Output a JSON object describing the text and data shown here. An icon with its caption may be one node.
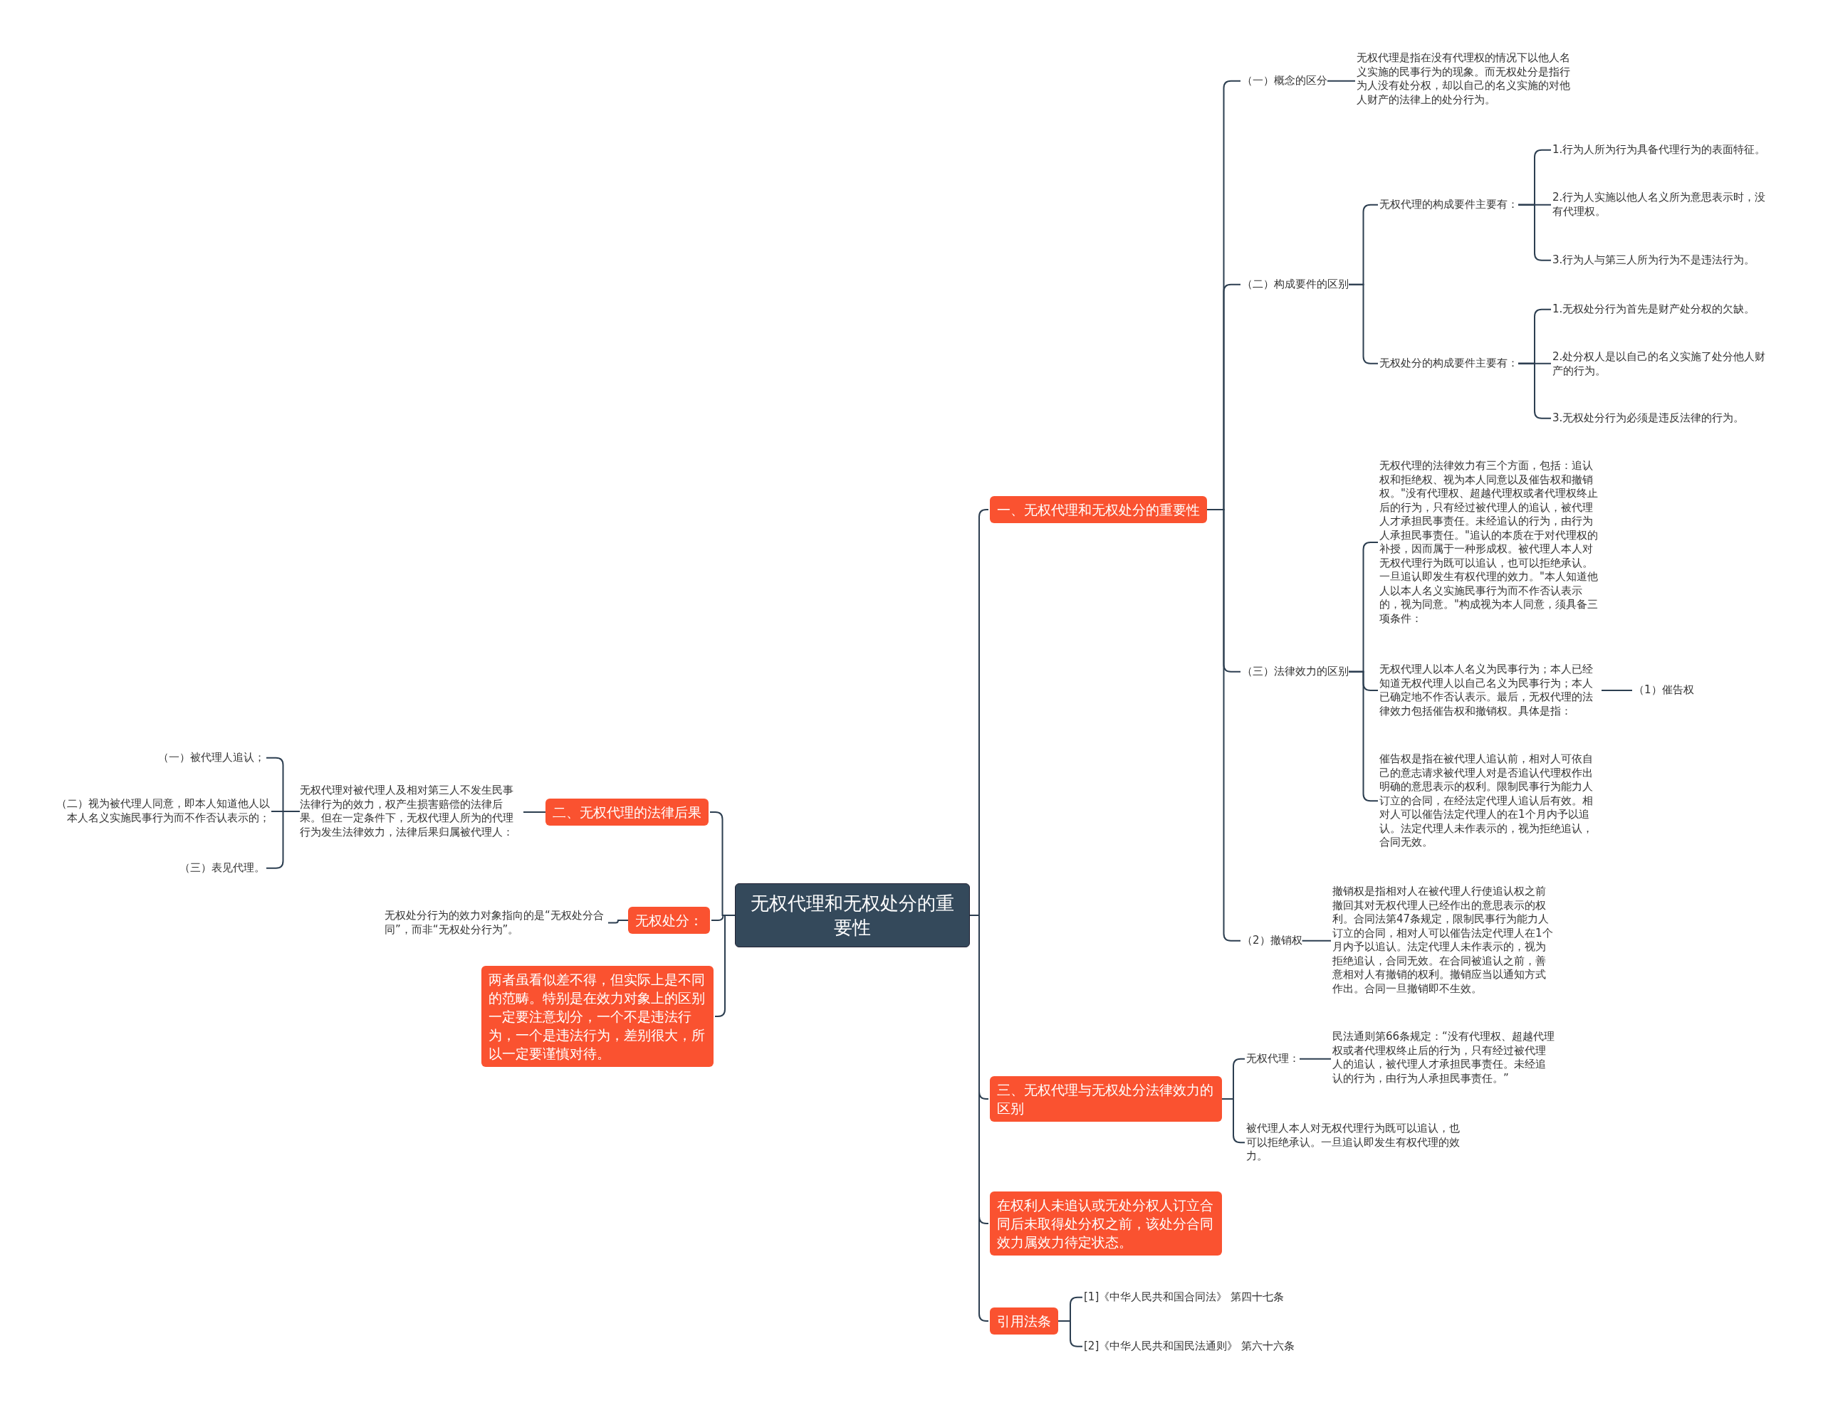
{
  "diagram": {
    "nodes": [
      {
        "text": [
          "无权代理和无权处分的重要性"
        ]
      },
      {
        "text": [
          "一、无权代理和无权处分的重要性"
        ]
      },
      {
        "text": [
          "（一）概念的区分"
        ]
      },
      {
        "text": [
          "无权代理是指在没有代理权的情况下以他人名义实施的民事行为的现象。而无权处分是指行为人没有处分权，却以自己的名义实施的对他人财产的法律上的处分行为。"
        ]
      },
      {
        "text": [
          "（二）构成要件的区别"
        ]
      },
      {
        "text": [
          "无权代理的构成要件主要有："
        ]
      },
      {
        "text": [
          "1.行为人所为行为具备代理行为的表面特征。"
        ]
      },
      {
        "text": [
          "2.行为人实施以他人名义所为意思表示时，没有代理权。"
        ]
      },
      {
        "text": [
          "3.行为人与第三人所为行为不是违法行为。"
        ]
      },
      {
        "text": [
          "无权处分的构成要件主要有："
        ]
      },
      {
        "text": [
          "1.无权处分行为首先是财产处分权的欠缺。"
        ]
      },
      {
        "text": [
          "2.处分权人是以自己的名义实施了处分他人财产的行为。"
        ]
      },
      {
        "text": [
          "3.无权处分行为必须是违反法律的行为。"
        ]
      },
      {
        "text": [
          "（三）法律效力的区别"
        ]
      },
      {
        "text": [
          "无权代理的法律效力有三个方面，包括：追认权和拒绝权、视为本人同意以及催告权和撤销权。\"没有代理权、超越代理权或者代理权终止后的行为，只有经过被代理人的追认，被代理人才承担民事责任。未经追认的行为，由行为人承担民事责任。\"追认的本质在于对代理权的补授，因而属于一种形成权。被代理人本人对无权代理行为既可以追认，也可以拒绝承认。一旦追认即发生有权代理的效力。\"本人知道他人以本人名义实施民事行为而不作否认表示的，视为同意。\"构成视为本人同意，须具备三项条件："
        ]
      },
      {
        "text": [
          "无权代理人以本人名义为民事行为；本人已经知道无权代理人以自己名义为民事行为；本人已确定地不作否认表示。最后，无权代理的法律效力包括催告权和撤销权。具体是指："
        ]
      },
      {
        "text": [
          "（1）催告权"
        ]
      },
      {
        "text": [
          "催告权是指在被代理人追认前，相对人可依自己的意志请求被代理人对是否追认代理权作出明确的意思表示的权利。限制民事行为能力人订立的合同，在经法定代理人追认后有效。相对人可以催告法定代理人的在1个月内予以追认。法定代理人未作表示的，视为拒绝追认，合同无效。"
        ]
      },
      {
        "text": [
          "（2）撤销权"
        ]
      },
      {
        "text": [
          "撤销权是指相对人在被代理人行使追认权之前撤回其对无权代理人已经作出的意思表示的权利。合同法第47条规定，限制民事行为能力人订立的合同，相对人可以催告法定代理人在1个月内予以追认。法定代理人未作表示的，视为拒绝追认，合同无效。在合同被追认之前，善意相对人有撤销的权利。撤销应当以通知方式作出。合同一旦撤销即不生效。"
        ]
      },
      {
        "text": [
          "三、无权代理与无权处分法律效力的区别"
        ]
      },
      {
        "text": [
          "无权代理："
        ]
      },
      {
        "text": [
          "民法通则第66条规定：“没有代理权、超越代理权或者代理权终止后的行为，只有经过被代理人的追认，被代理人才承担民事责任。未经追认的行为，由行为人承担民事责任。”"
        ]
      },
      {
        "text": [
          "被代理人本人对无权代理行为既可以追认，也可以拒绝承认。一旦追认即发生有权代理的效力。"
        ]
      },
      {
        "text": [
          "在权利人未追认或无处分权人订立合同后未取得处分权之前，该处分合同效力属效力待定状态。"
        ]
      },
      {
        "text": [
          "引用法条"
        ]
      },
      {
        "text": [
          "[1]《中华人民共和国合同法》 第四十七条"
        ]
      },
      {
        "text": [
          "[2]《中华人民共和国民法通则》 第六十六条"
        ]
      },
      {
        "text": [
          "二、无权代理的法律后果"
        ]
      },
      {
        "text": [
          "无权代理对被代理人及相对第三人不发生民事法律行为的效力，权产生损害赔偿的法律后果。但在一定条件下，无权代理人所为的代理行为发生法律效力，法律后果归属被代理人："
        ]
      },
      {
        "text": [
          "（一）被代理人追认；"
        ]
      },
      {
        "text": [
          "（二）视为被代理人同意，即本人知道他人以本人名义实施民事行为而不作否认表示的；"
        ]
      },
      {
        "text": [
          "（三）表见代理。"
        ]
      },
      {
        "text": [
          "无权处分："
        ]
      },
      {
        "text": [
          "无权处分行为的效力对象指向的是“无权处分合同”，而非“无权处分行为”。"
        ]
      },
      {
        "text": [
          "两者虽看似差不得，但实际上是不同的范畴。特别是在效力对象上的区别一定要注意划分，一个不是违法行为，一个是违法行为，差别很大，所以一定要谨慎对待。"
        ]
      }
    ],
    "edges": [
      {
        "from": 0,
        "to": 1,
        "arrow": "none"
      },
      {
        "from": 0,
        "to": 20,
        "arrow": "none"
      },
      {
        "from": 0,
        "to": 24,
        "arrow": "none"
      },
      {
        "from": 0,
        "to": 25,
        "arrow": "none"
      },
      {
        "from": 0,
        "to": 28,
        "arrow": "none"
      },
      {
        "from": 0,
        "to": 33,
        "arrow": "none"
      },
      {
        "from": 0,
        "to": 35,
        "arrow": "none"
      },
      {
        "from": 1,
        "to": 2,
        "arrow": "none"
      },
      {
        "from": 1,
        "to": 4,
        "arrow": "none"
      },
      {
        "from": 1,
        "to": 13,
        "arrow": "none"
      },
      {
        "from": 1,
        "to": 18,
        "arrow": "none"
      },
      {
        "from": 2,
        "to": 3,
        "arrow": "none"
      },
      {
        "from": 4,
        "to": 5,
        "arrow": "none"
      },
      {
        "from": 4,
        "to": 9,
        "arrow": "none"
      },
      {
        "from": 5,
        "to": 6,
        "arrow": "none"
      },
      {
        "from": 5,
        "to": 7,
        "arrow": "none"
      },
      {
        "from": 5,
        "to": 8,
        "arrow": "none"
      },
      {
        "from": 9,
        "to": 10,
        "arrow": "none"
      },
      {
        "from": 9,
        "to": 11,
        "arrow": "none"
      },
      {
        "from": 9,
        "to": 12,
        "arrow": "none"
      },
      {
        "from": 13,
        "to": 14,
        "arrow": "none"
      },
      {
        "from": 13,
        "to": 15,
        "arrow": "none"
      },
      {
        "from": 13,
        "to": 17,
        "arrow": "none"
      },
      {
        "from": 15,
        "to": 16,
        "arrow": "none"
      },
      {
        "from": 18,
        "to": 19,
        "arrow": "none"
      },
      {
        "from": 20,
        "to": 21,
        "arrow": "none"
      },
      {
        "from": 20,
        "to": 23,
        "arrow": "none"
      },
      {
        "from": 21,
        "to": 22,
        "arrow": "none"
      },
      {
        "from": 25,
        "to": 26,
        "arrow": "none"
      },
      {
        "from": 25,
        "to": 27,
        "arrow": "none"
      },
      {
        "from": 28,
        "to": 29,
        "arrow": "none"
      },
      {
        "from": 29,
        "to": 30,
        "arrow": "none"
      },
      {
        "from": 29,
        "to": 31,
        "arrow": "none"
      },
      {
        "from": 29,
        "to": 32,
        "arrow": "none"
      },
      {
        "from": 33,
        "to": 34,
        "arrow": "none"
      }
    ]
  }
}
